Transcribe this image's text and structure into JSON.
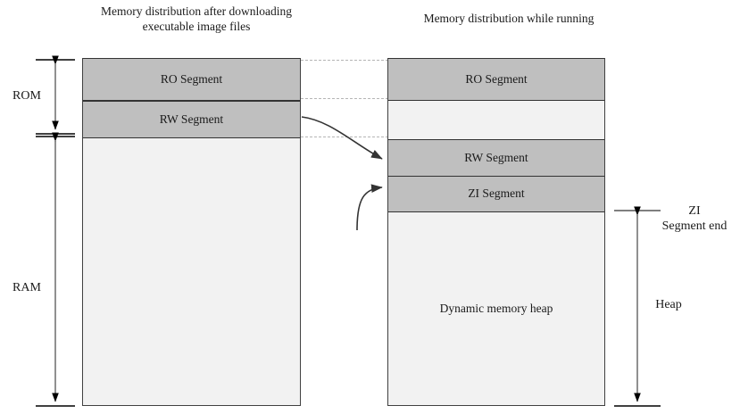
{
  "diagram": {
    "type": "memory-layout",
    "titles": {
      "left": "Memory distribution after downloading executable image files",
      "right": "Memory distribution while running"
    },
    "left_column": {
      "name": "image-file-memory-map",
      "segments": [
        {
          "key": "ro",
          "label": "RO Segment",
          "fill": "#bfbfbf"
        },
        {
          "key": "rw",
          "label": "RW Segment",
          "fill": "#bfbfbf"
        },
        {
          "key": "free",
          "label": "",
          "fill": "#f2f2f2"
        }
      ]
    },
    "right_column": {
      "name": "runtime-memory-map",
      "segments": [
        {
          "key": "ro",
          "label": "RO Segment",
          "fill": "#bfbfbf"
        },
        {
          "key": "gap",
          "label": "",
          "fill": "#f2f2f2"
        },
        {
          "key": "rw",
          "label": "RW Segment",
          "fill": "#bfbfbf"
        },
        {
          "key": "zi",
          "label": "ZI Segment",
          "fill": "#bfbfbf"
        },
        {
          "key": "heap",
          "label": "Dynamic memory heap",
          "fill": "#f2f2f2"
        }
      ]
    },
    "left_brackets": [
      {
        "key": "rom",
        "label": "ROM"
      },
      {
        "key": "ram",
        "label": "RAM"
      }
    ],
    "right_brackets": [
      {
        "key": "zi-end",
        "label": "ZI\nSegment end"
      },
      {
        "key": "heap",
        "label": "Heap"
      }
    ],
    "colors": {
      "segment_fill": "#bfbfbf",
      "background_fill": "#f2f2f2",
      "border": "#404040",
      "guide_line": "#b5b5b5",
      "arrow": "#333333"
    }
  }
}
